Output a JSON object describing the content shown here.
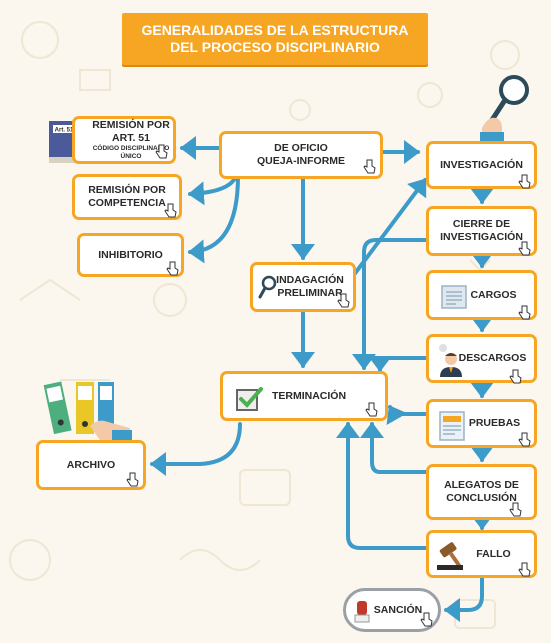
{
  "title": {
    "line1": "GENERALIDADES DE LA ESTRUCTURA",
    "line2": "DEL PROCESO DISCIPLINARIO"
  },
  "nodes": {
    "de_oficio": {
      "line1": "DE OFICIO",
      "line2": "QUEJA-INFORME"
    },
    "remision_art51": {
      "line1": "REMISIÓN POR",
      "line2": "ART. 51",
      "sub1": "CÓDIGO DISCIPLINARIO",
      "sub2": "ÚNICO",
      "book_label": "Art. 51"
    },
    "remision_competencia": {
      "line1": "REMISIÓN POR",
      "line2": "COMPETENCIA"
    },
    "inhibitorio": {
      "label": "INHIBITORIO"
    },
    "indagacion": {
      "line1": "INDAGACIÓN",
      "line2": "PRELIMINAR"
    },
    "terminacion": {
      "label": "TERMINACIÓN"
    },
    "archivo": {
      "label": "ARCHIVO"
    },
    "investigacion": {
      "label": "INVESTIGACIÓN"
    },
    "cierre": {
      "line1": "CIERRE DE",
      "line2": "INVESTIGACIÓN"
    },
    "cargos": {
      "label": "CARGOS"
    },
    "descargos": {
      "label": "DESCARGOS"
    },
    "pruebas": {
      "label": "PRUEBAS"
    },
    "alegatos": {
      "line1": "ALEGATOS DE",
      "line2": "CONCLUSIÓN"
    },
    "fallo": {
      "label": "FALLO"
    },
    "sancion": {
      "label": "SANCIÓN"
    }
  },
  "colors": {
    "orange": "#f6a623",
    "arrow_blue": "#3d9bc9",
    "box_fill": "#ffffff",
    "background": "#fbf7ee"
  }
}
